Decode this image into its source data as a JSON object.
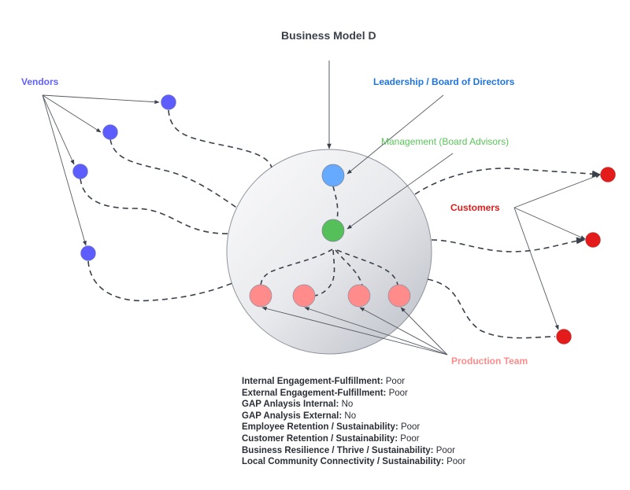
{
  "title": "Business Model D",
  "labels": {
    "vendors": "Vendors",
    "leadership": "Leadership / Board of Directors",
    "management": "Management (Board Advisors)",
    "customers": "Customers",
    "production": "Production Team"
  },
  "colors": {
    "vendor": "#5c5cff",
    "leadership": "#66aaff",
    "management": "#55c05a",
    "production": "#ff8b8b",
    "customer": "#e41b1b",
    "connector": "#3a414a"
  },
  "nodes": {
    "vendors": 4,
    "leadership": 1,
    "management": 1,
    "production": 4,
    "customers": 3
  },
  "metrics": [
    {
      "label": "Internal Engagement-Fulfillment:",
      "value": "Poor"
    },
    {
      "label": "External Engagement-Fulfillment:",
      "value": "Poor"
    },
    {
      "label": "GAP Anlaysis Internal:",
      "value": "No"
    },
    {
      "label": "GAP Analysis External:",
      "value": "No"
    },
    {
      "label": "Employee Retention / Sustainability:",
      "value": "Poor"
    },
    {
      "label": "Customer Retention / Sustainability:",
      "value": "Poor"
    },
    {
      "label": "Business Resilience / Thrive / Sustainability:",
      "value": "Poor"
    },
    {
      "label": "Local Community Connectivity / Sustainability:",
      "value": "Poor"
    }
  ]
}
